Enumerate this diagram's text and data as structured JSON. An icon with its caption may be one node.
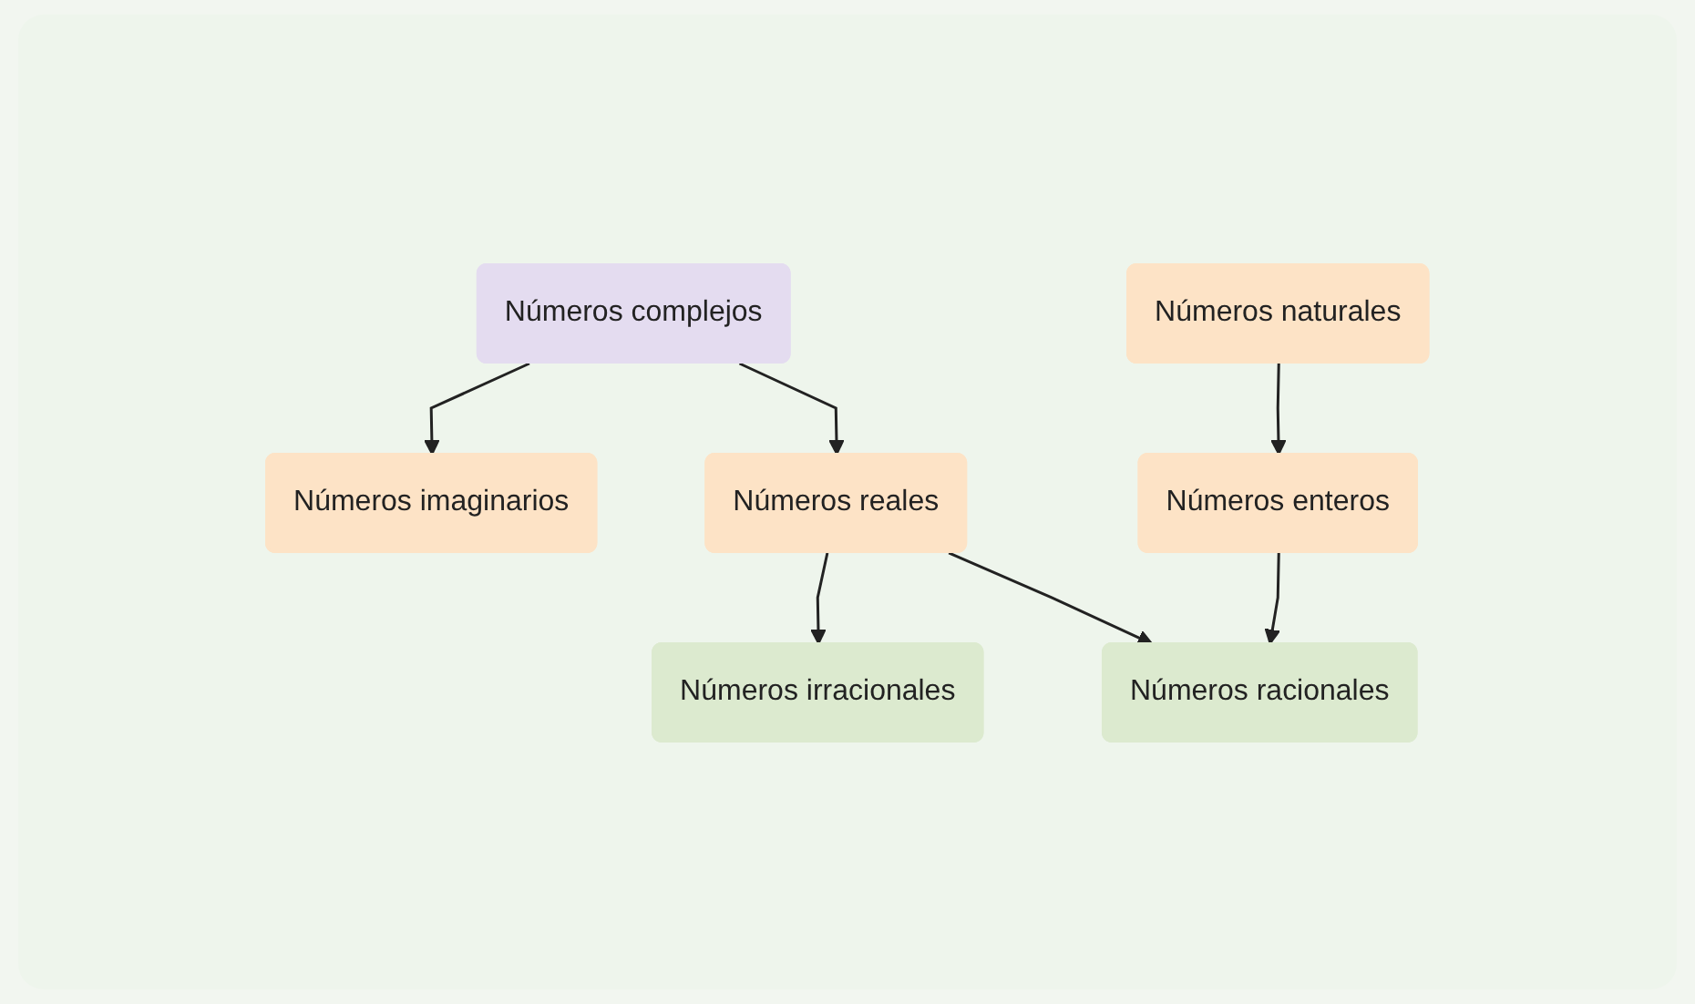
{
  "diagram": {
    "nodes": [
      {
        "text": [
          "Números complejos"
        ]
      },
      {
        "text": [
          "Números imaginarios"
        ]
      },
      {
        "text": [
          "Números reales"
        ]
      },
      {
        "text": [
          "Números irracionales"
        ]
      },
      {
        "text": [
          "Números racionales"
        ]
      },
      {
        "text": [
          "Números enteros"
        ]
      },
      {
        "text": [
          "Números naturales"
        ]
      }
    ],
    "edges": [
      {
        "from": 0,
        "to": 1,
        "arrow": "to"
      },
      {
        "from": 0,
        "to": 2,
        "arrow": "to"
      },
      {
        "from": 2,
        "to": 3,
        "arrow": "to"
      },
      {
        "from": 2,
        "to": 4,
        "arrow": "to"
      },
      {
        "from": 5,
        "to": 4,
        "arrow": "to"
      },
      {
        "from": 6,
        "to": 5,
        "arrow": "to"
      }
    ]
  }
}
